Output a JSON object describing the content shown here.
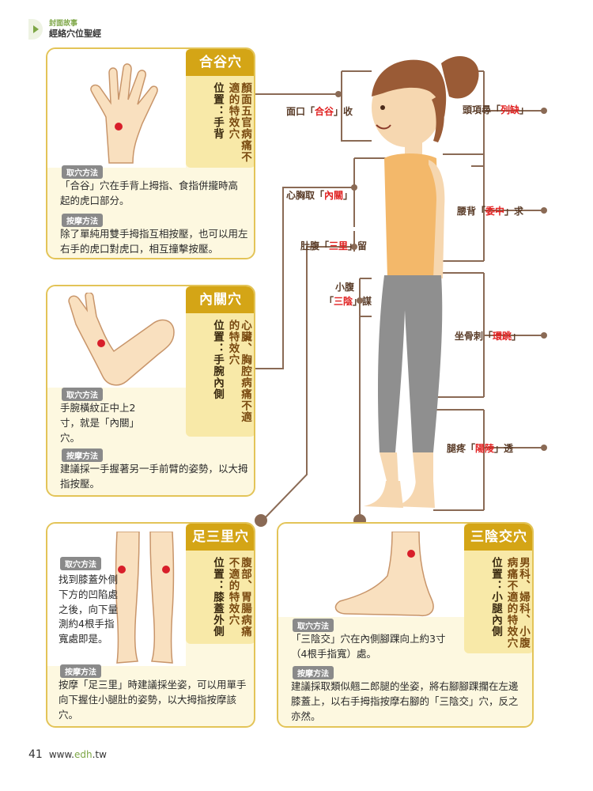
{
  "header": {
    "section": "封面故事",
    "title": "經絡穴位聖經"
  },
  "cards": {
    "hegu": {
      "title": "合谷穴",
      "effect": "顏面五官病痛不適的特效穴",
      "location": "位置：手背",
      "method_tag": "取穴方法",
      "method": "「合谷」穴在手背上拇指、食指併攏時高起的虎口部分。",
      "massage_tag": "按摩方法",
      "massage": "除了單純用雙手拇指互相按壓，也可以用左右手的虎口對虎口，相互撞擊按壓。"
    },
    "neiguan": {
      "title": "內關穴",
      "effect": "心臟、胸腔病痛不適的特效穴",
      "location": "位置：手腕內側",
      "method_tag": "取穴方法",
      "method": "手腕橫紋正中上2寸，就是「內關」穴。",
      "massage_tag": "按摩方法",
      "massage": "建議採一手握著另一手前臂的姿勢，以大拇指按壓。"
    },
    "zusanli": {
      "title": "足三里穴",
      "effect": "腹部、胃腸病痛不適的特效穴",
      "location": "位置：膝蓋外側",
      "method_tag": "取穴方法",
      "method": "找到膝蓋外側下方的凹陷處之後，向下量測約4根手指寬處即是。",
      "massage_tag": "按摩方法",
      "massage": "按摩「足三里」時建議採坐姿，可以用單手向下握住小腿肚的姿勢，以大拇指按摩該穴。"
    },
    "sanyinjiao": {
      "title": "三陰交穴",
      "effect": "男科、婦科、小腹病痛不適的特效穴",
      "location": "位置：小腿內側",
      "method_tag": "取穴方法",
      "method": "「三陰交」穴在內側腳踝向上約3寸（4根手指寬）處。",
      "massage_tag": "按摩方法",
      "massage": "建議採取類似翹二郎腿的坐姿，將右腳腳踝擱在左邊膝蓋上，以右手拇指按摩右腳的「三陰交」穴，反之亦然。"
    }
  },
  "flow": {
    "face": {
      "pre": "面口「",
      "hl": "合谷",
      "post": "」收"
    },
    "chest": {
      "pre": "心胸取「",
      "hl": "內關",
      "post": "」"
    },
    "belly": {
      "pre": "肚腹「",
      "hl": "三里",
      "post": "」留"
    },
    "abdomen_line1": "小腹",
    "abdomen": {
      "pre": "「",
      "hl": "三陰",
      "post": "」謀"
    },
    "neck": {
      "pre": "頭項尋「",
      "hl": "列缺",
      "post": "」"
    },
    "back": {
      "pre": "腰背「",
      "hl": "委中",
      "post": "」求"
    },
    "hip": {
      "pre": "坐骨刺「",
      "hl": "環跳",
      "post": "」"
    },
    "leg": {
      "pre": "腿疼「",
      "hl": "陽陵",
      "post": "」透"
    }
  },
  "footer": {
    "page": "41",
    "url_pre": "www.",
    "url_hl": "edh",
    "url_post": ".tw"
  },
  "colors": {
    "accent": "#d4a516",
    "line": "#8a6a55",
    "highlight": "#e02020",
    "point": "#d81e2a"
  }
}
